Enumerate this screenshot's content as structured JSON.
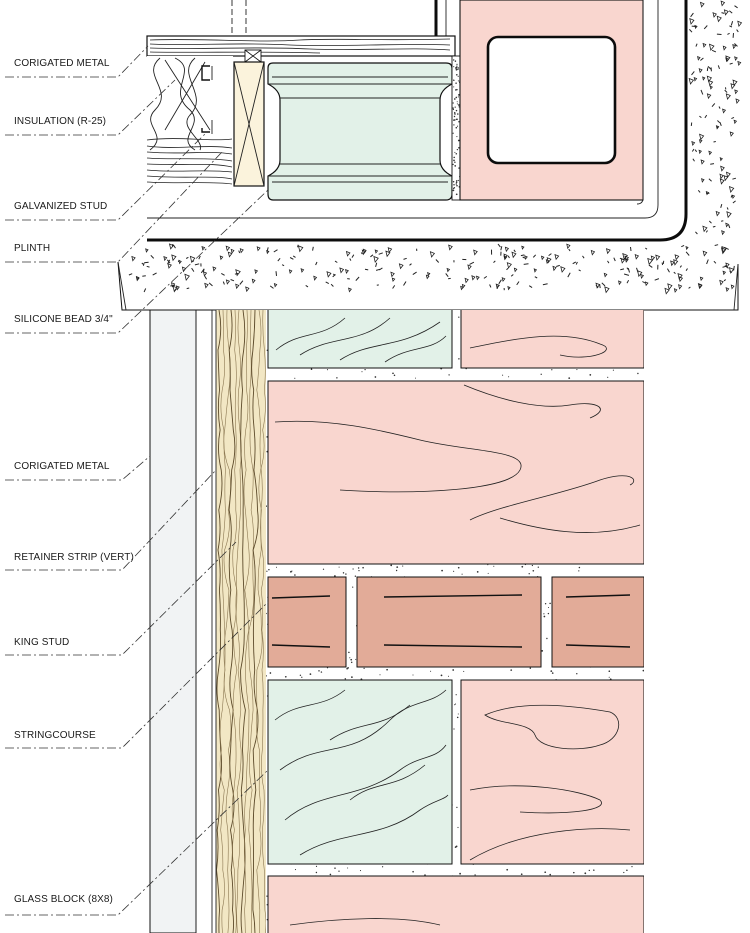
{
  "labels": [
    {
      "id": "corrugated-metal-top",
      "text": "CORIGATED METAL"
    },
    {
      "id": "insulation",
      "text": "INSULATION (R-25)"
    },
    {
      "id": "galvanized-stud",
      "text": "GALVANIZED STUD"
    },
    {
      "id": "plinth",
      "text": "PLINTH"
    },
    {
      "id": "silicone-bead",
      "text": "SILICONE BEAD 3/4\""
    },
    {
      "id": "corrugated-metal-bottom",
      "text": "CORIGATED METAL"
    },
    {
      "id": "retainer-strip",
      "text": "RETAINER STRIP (VERT)"
    },
    {
      "id": "king-stud",
      "text": "KING STUD"
    },
    {
      "id": "stringcourse",
      "text": "STRINGCOURSE"
    },
    {
      "id": "glass-block",
      "text": "GLASS BLOCK (8X8)"
    }
  ],
  "colors": {
    "glass": "#e2f1e8",
    "brick_pink": "#f9d6cf",
    "stringcourse": "#e2ab98",
    "wood_face": "#f2e7c4",
    "wood_light": "#fbf3dc",
    "metal_panel": "#f1f3f4",
    "mortar_dot": "#333333",
    "line": "#111111"
  },
  "patterns": [
    "concrete-aggregate",
    "mortar-stipple",
    "wood-grain",
    "glass-streak",
    "insulation-batt"
  ]
}
